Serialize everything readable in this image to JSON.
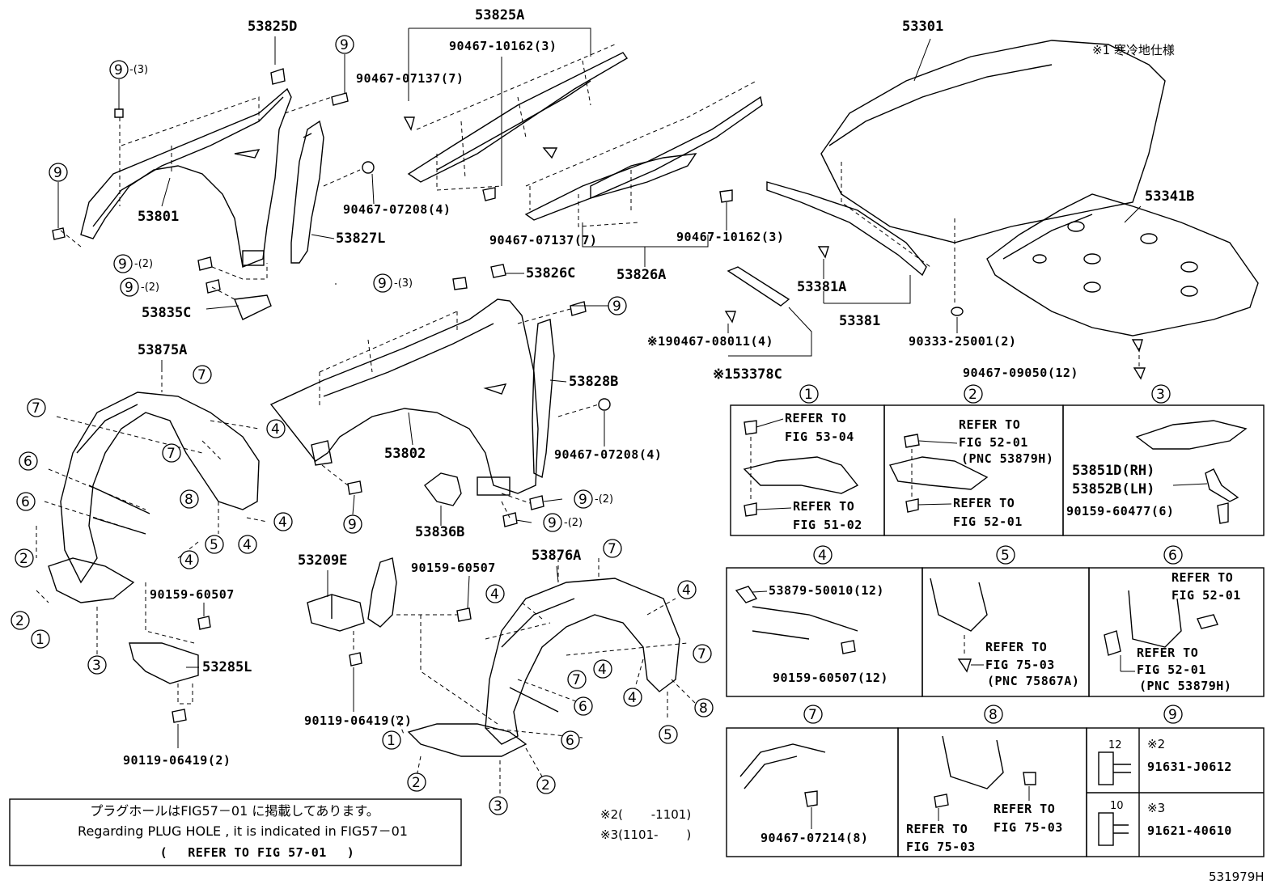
{
  "diagram": {
    "part_labels": {
      "p53825D": "53825D",
      "p53825A": "53825A",
      "p53301": "53301",
      "p53801": "53801",
      "p53827L": "53827L",
      "p53835C": "53835C",
      "p53826C": "53826C",
      "p53826A": "53826A",
      "p53802": "53802",
      "p53828B": "53828B",
      "p53836B": "53836B",
      "p53875A": "53875A",
      "p53876A": "53876A",
      "p53209E": "53209E",
      "p53285L": "53285L",
      "p53341B": "53341B",
      "p53381A": "53381A",
      "p53381": "53381",
      "p53378C": "※153378C"
    },
    "fastener_labels": {
      "f1": "90467-10162(3)",
      "f2": "90467-07137(7)",
      "f3": "90467-07208(4)",
      "f4": "90467-07137(7)",
      "f5": "90467-10162(3)",
      "f6": "90467-07208(4)",
      "f7": "90159-60507",
      "f8": "90159-60507",
      "f9": "90119-06419(2)",
      "f10": "90119-06419(2)",
      "f11": "※190467-08011(4)",
      "f12": "90333-25001(2)",
      "f13": "90467-09050(12)"
    },
    "qty_labels": {
      "q3": "-(3)",
      "q2": "-(2)"
    },
    "spec_note": "※1 寒冷地仕様",
    "circle_numbers": [
      "1",
      "2",
      "3",
      "4",
      "5",
      "6",
      "7",
      "8",
      "9"
    ],
    "detail_boxes": {
      "b1": {
        "n": "1",
        "lines": [
          "REFER TO",
          "FIG 53-04",
          "REFER TO",
          "FIG 51-02"
        ]
      },
      "b2": {
        "n": "2",
        "lines": [
          "REFER TO",
          "FIG 52-01",
          "(PNC 53879H)",
          "REFER TO",
          "FIG 52-01"
        ]
      },
      "b3": {
        "n": "3",
        "lines": [
          "53851D(RH)",
          "53852B(LH)",
          "90159-60477(6)"
        ]
      },
      "b4": {
        "n": "4",
        "lines": [
          "53879-50010(12)",
          "90159-60507(12)"
        ]
      },
      "b5": {
        "n": "5",
        "lines": [
          "REFER TO",
          "FIG 75-03",
          "(PNC 75867A)"
        ]
      },
      "b6": {
        "n": "6",
        "lines": [
          "REFER TO",
          "FIG 52-01",
          "REFER TO",
          "FIG 52-01",
          "(PNC 53879H)"
        ]
      },
      "b7": {
        "n": "7",
        "lines": [
          "90467-07214(8)"
        ]
      },
      "b8": {
        "n": "8",
        "lines": [
          "REFER TO",
          "FIG 75-03",
          "REFER TO",
          "FIG 75-03"
        ]
      },
      "b9": {
        "n": "9",
        "lines": [
          "12",
          "※2",
          "91631-J0612",
          "10",
          "※3",
          "91621-40610"
        ]
      }
    },
    "footnotes": {
      "n2": "※2(　　 -1101)",
      "n3": "※3(1101-　　 )"
    },
    "plug_note": {
      "jp": "プラグホールはFIG57－01 に掲載してあります。",
      "en": "Regarding PLUG HOLE , it is indicated in FIG57－01",
      "ref": "(　 REFER TO FIG 57-01　 )"
    },
    "figure_id": "531979H"
  }
}
